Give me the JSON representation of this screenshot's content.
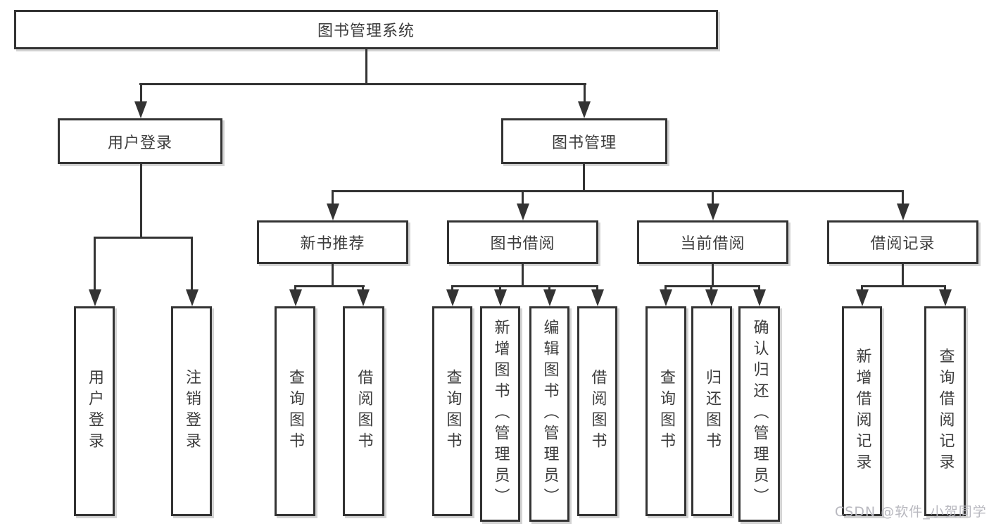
{
  "palette": {
    "line": "#333333",
    "text": "#3c3c3c",
    "background": "#ffffff",
    "watermark": "#b8b8bf"
  },
  "watermark": {
    "text": "CSDN @软件_小贺同学"
  },
  "nodes": {
    "root": "图书管理系统",
    "user_login": "用户登录",
    "book_mgmt": "图书管理",
    "new_book_rec": "新书推荐",
    "book_borrow": "图书借阅",
    "current_borrow": "当前借阅",
    "borrow_records": "借阅记录",
    "leaf_user_login": "用户登录",
    "leaf_logout": "注销登录",
    "leaf_query_book_a": "查询图书",
    "leaf_borrow_book_a": "借阅图书",
    "leaf_query_book_b": "查询图书",
    "leaf_add_book": "新增图书（管理员）",
    "leaf_edit_book": "编辑图书（管理员）",
    "leaf_borrow_book_b": "借阅图书",
    "leaf_query_book_c": "查询图书",
    "leaf_return_book": "归还图书",
    "leaf_confirm_return": "确认归还（管理员）",
    "leaf_add_borrow_record": "新增借阅记录",
    "leaf_query_borrow_record": "查询借阅记录"
  },
  "hierarchy": {
    "root": [
      "user_login",
      "book_mgmt"
    ],
    "user_login": [
      "leaf_user_login",
      "leaf_logout"
    ],
    "book_mgmt": [
      "new_book_rec",
      "book_borrow",
      "current_borrow",
      "borrow_records"
    ],
    "new_book_rec": [
      "leaf_query_book_a",
      "leaf_borrow_book_a"
    ],
    "book_borrow": [
      "leaf_query_book_b",
      "leaf_add_book",
      "leaf_edit_book",
      "leaf_borrow_book_b"
    ],
    "current_borrow": [
      "leaf_query_book_c",
      "leaf_return_book",
      "leaf_confirm_return"
    ],
    "borrow_records": [
      "leaf_add_borrow_record",
      "leaf_query_borrow_record"
    ]
  }
}
